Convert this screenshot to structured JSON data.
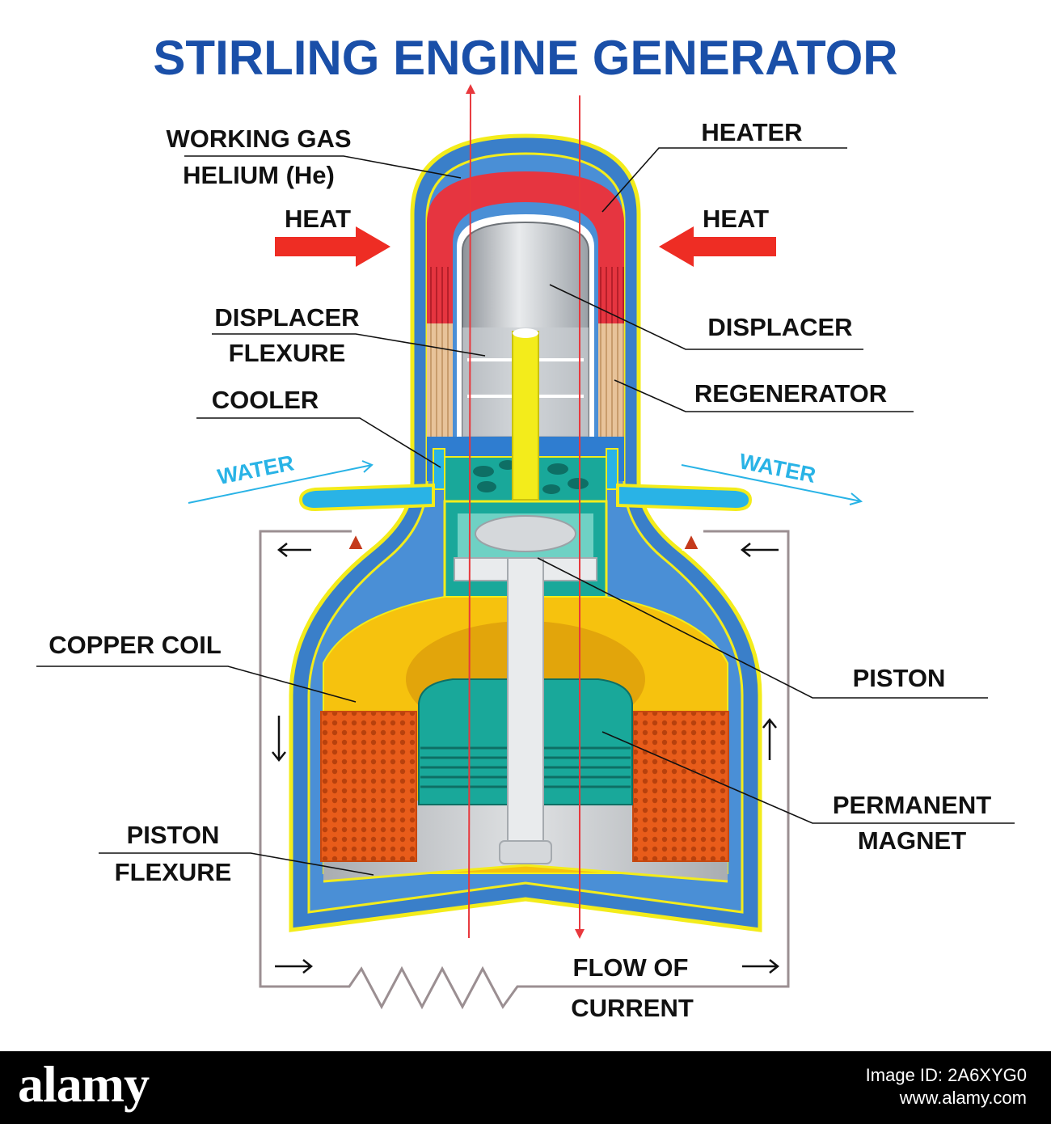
{
  "title": "STIRLING ENGINE GENERATOR",
  "labels": {
    "working_gas_1": "WORKING GAS",
    "working_gas_2": "HELIUM (He)",
    "heater": "HEATER",
    "heat_left": "HEAT",
    "heat_right": "HEAT",
    "displacer_flexure_1": "DISPLACER",
    "displacer_flexure_2": "FLEXURE",
    "displacer": "DISPLACER",
    "cooler": "COOLER",
    "regenerator": "REGENERATOR",
    "water_in": "WATER",
    "water_out": "WATER",
    "copper_coil": "COPPER COIL",
    "piston": "PISTON",
    "permanent_magnet_1": "PERMANENT",
    "permanent_magnet_2": "MAGNET",
    "piston_flexure_1": "PISTON",
    "piston_flexure_2": "FLEXURE",
    "flow_of_current_1": "FLOW OF",
    "flow_of_current_2": "CURRENT"
  },
  "colors": {
    "title": "#1a4fa8",
    "water": "#29b3e6",
    "heat_arrow": "#ee2d24",
    "casing": "#3a7fc9",
    "outline": "#f3ec1b",
    "copper": "#e85c1a",
    "magnet": "#19a89a",
    "yellow_fill": "#f6c20e",
    "heater": "#e63540"
  },
  "footer": {
    "logo": "alamy",
    "image_id": "Image ID: 2A6XYG0",
    "site": "www.alamy.com"
  }
}
